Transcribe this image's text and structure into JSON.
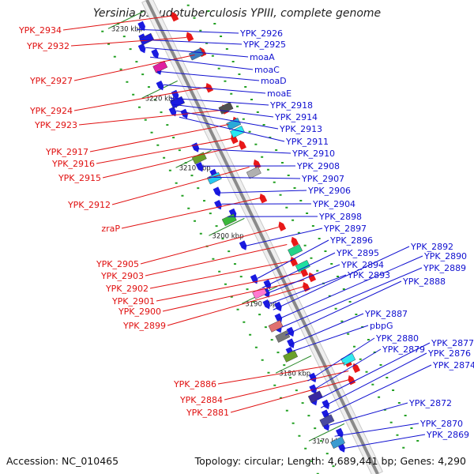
{
  "title": "Yersinia pseudotuberculosis YPIII, complete genome",
  "footer": {
    "accession": "Accession: NC_010465",
    "summary": "Topology: circular; Length: 4,689,441 bp; Genes: 4,290"
  },
  "colors": {
    "left_labels": "#e01010",
    "right_labels": "#1010d0",
    "backbone": "#8a8a8a"
  },
  "ticks": [
    "3230 kbp",
    "3220 kbp",
    "3210 kbp",
    "3200 kbp",
    "3190 kbp",
    "3180 kbp",
    "3170 kbp"
  ],
  "left_genes": [
    "YPK_2934",
    "YPK_2932",
    "YPK_2927",
    "YPK_2924",
    "YPK_2923",
    "YPK_2917",
    "YPK_2916",
    "YPK_2915",
    "YPK_2912",
    "zraP",
    "YPK_2905",
    "YPK_2903",
    "YPK_2902",
    "YPK_2901",
    "YPK_2900",
    "YPK_2899",
    "YPK_2886",
    "YPK_2884",
    "YPK_2881"
  ],
  "right_genes": [
    "YPK_2926",
    "YPK_2925",
    "moaA",
    "moaC",
    "moaD",
    "moaE",
    "YPK_2918",
    "YPK_2914",
    "YPK_2913",
    "YPK_2911",
    "YPK_2910",
    "YPK_2908",
    "YPK_2907",
    "YPK_2906",
    "YPK_2904",
    "YPK_2898",
    "YPK_2897",
    "YPK_2896",
    "YPK_2895",
    "YPK_2894",
    "YPK_2893",
    "YPK_2892",
    "YPK_2890",
    "YPK_2889",
    "YPK_2888",
    "YPK_2887",
    "pbpG",
    "YPK_2880",
    "YPK_2879",
    "YPK_2877",
    "YPK_2876",
    "YPK_2874",
    "YPK_2872",
    "YPK_2870",
    "YPK_2869"
  ]
}
